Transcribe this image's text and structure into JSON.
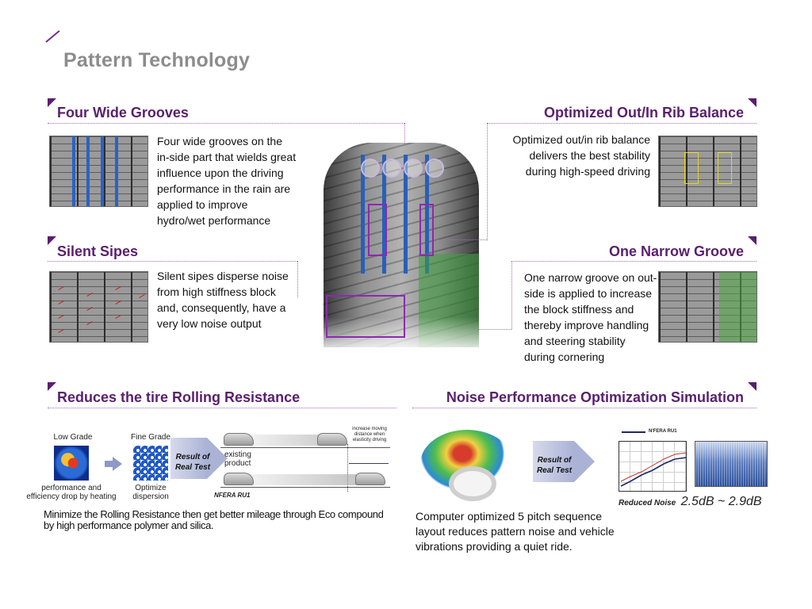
{
  "page_title": "Pattern Technology",
  "sections": {
    "four_wide": {
      "heading": "Four Wide Grooves",
      "lines": [
        "Four wide grooves on the",
        "in-side part that wields great",
        "influence upon the driving",
        "performance in the rain are",
        "applied to improve",
        "hydro/wet performance"
      ]
    },
    "silent_sipes": {
      "heading": "Silent Sipes",
      "lines": [
        "Silent sipes disperse noise",
        "from high stiffness block",
        "and, consequently, have a",
        "very low noise output"
      ]
    },
    "rib_balance": {
      "heading": "Optimized Out/In Rib Balance",
      "lines": [
        "Optimized out/in rib balance",
        "delivers the best stability",
        "during high-speed driving"
      ]
    },
    "narrow_groove": {
      "heading": "One Narrow Groove",
      "lines": [
        "One narrow groove on out-",
        "side is applied to increase",
        "the block stiffness and",
        "thereby improve handling",
        "and steering stability",
        "during cornering"
      ]
    },
    "rolling": {
      "heading": "Reduces the tire Rolling Resistance",
      "low_grade": "Low Grade",
      "fine_grade": "Fine Grade",
      "low_caption": [
        "performance and",
        "efficiency drop by heating"
      ],
      "fine_caption": [
        "Optimize",
        "dispersion"
      ],
      "result_label": [
        "Result of",
        "Real Test"
      ],
      "existing_product": [
        "existing",
        "product"
      ],
      "increase_note": [
        "increase moving",
        "distance when",
        "elasticity driving"
      ],
      "brand": "NFERA RU1",
      "desc": [
        "Minimize the Rolling Resistance then get better mileage through Eco compound",
        "by high performance polymer and silica."
      ]
    },
    "noise": {
      "heading": "Noise Performance Optimization Simulation",
      "result_label": [
        "Result of",
        "Real Test"
      ],
      "graph_legend": "N'FERA RU1",
      "reduced_prefix": "Reduced Noise",
      "reduced_value": "2.5dB ~ 2.9dB",
      "desc": [
        "Computer optimized 5 pitch sequence",
        "layout reduces pattern noise and vehicle",
        "vibrations providing a quiet ride."
      ]
    }
  },
  "colors": {
    "heading": "#5a1f6e",
    "title": "#8c8c8c",
    "groove_blue": "#2a63c2",
    "sipe_red": "#d01414",
    "highlight_purple": "#8c2ab0",
    "rib_yellow": "#e6d326",
    "narrow_green": "#50aa46"
  },
  "icons": [
    "title-slash-icon",
    "corner-triangle-icon",
    "arrow-right-icon",
    "car-icon"
  ]
}
